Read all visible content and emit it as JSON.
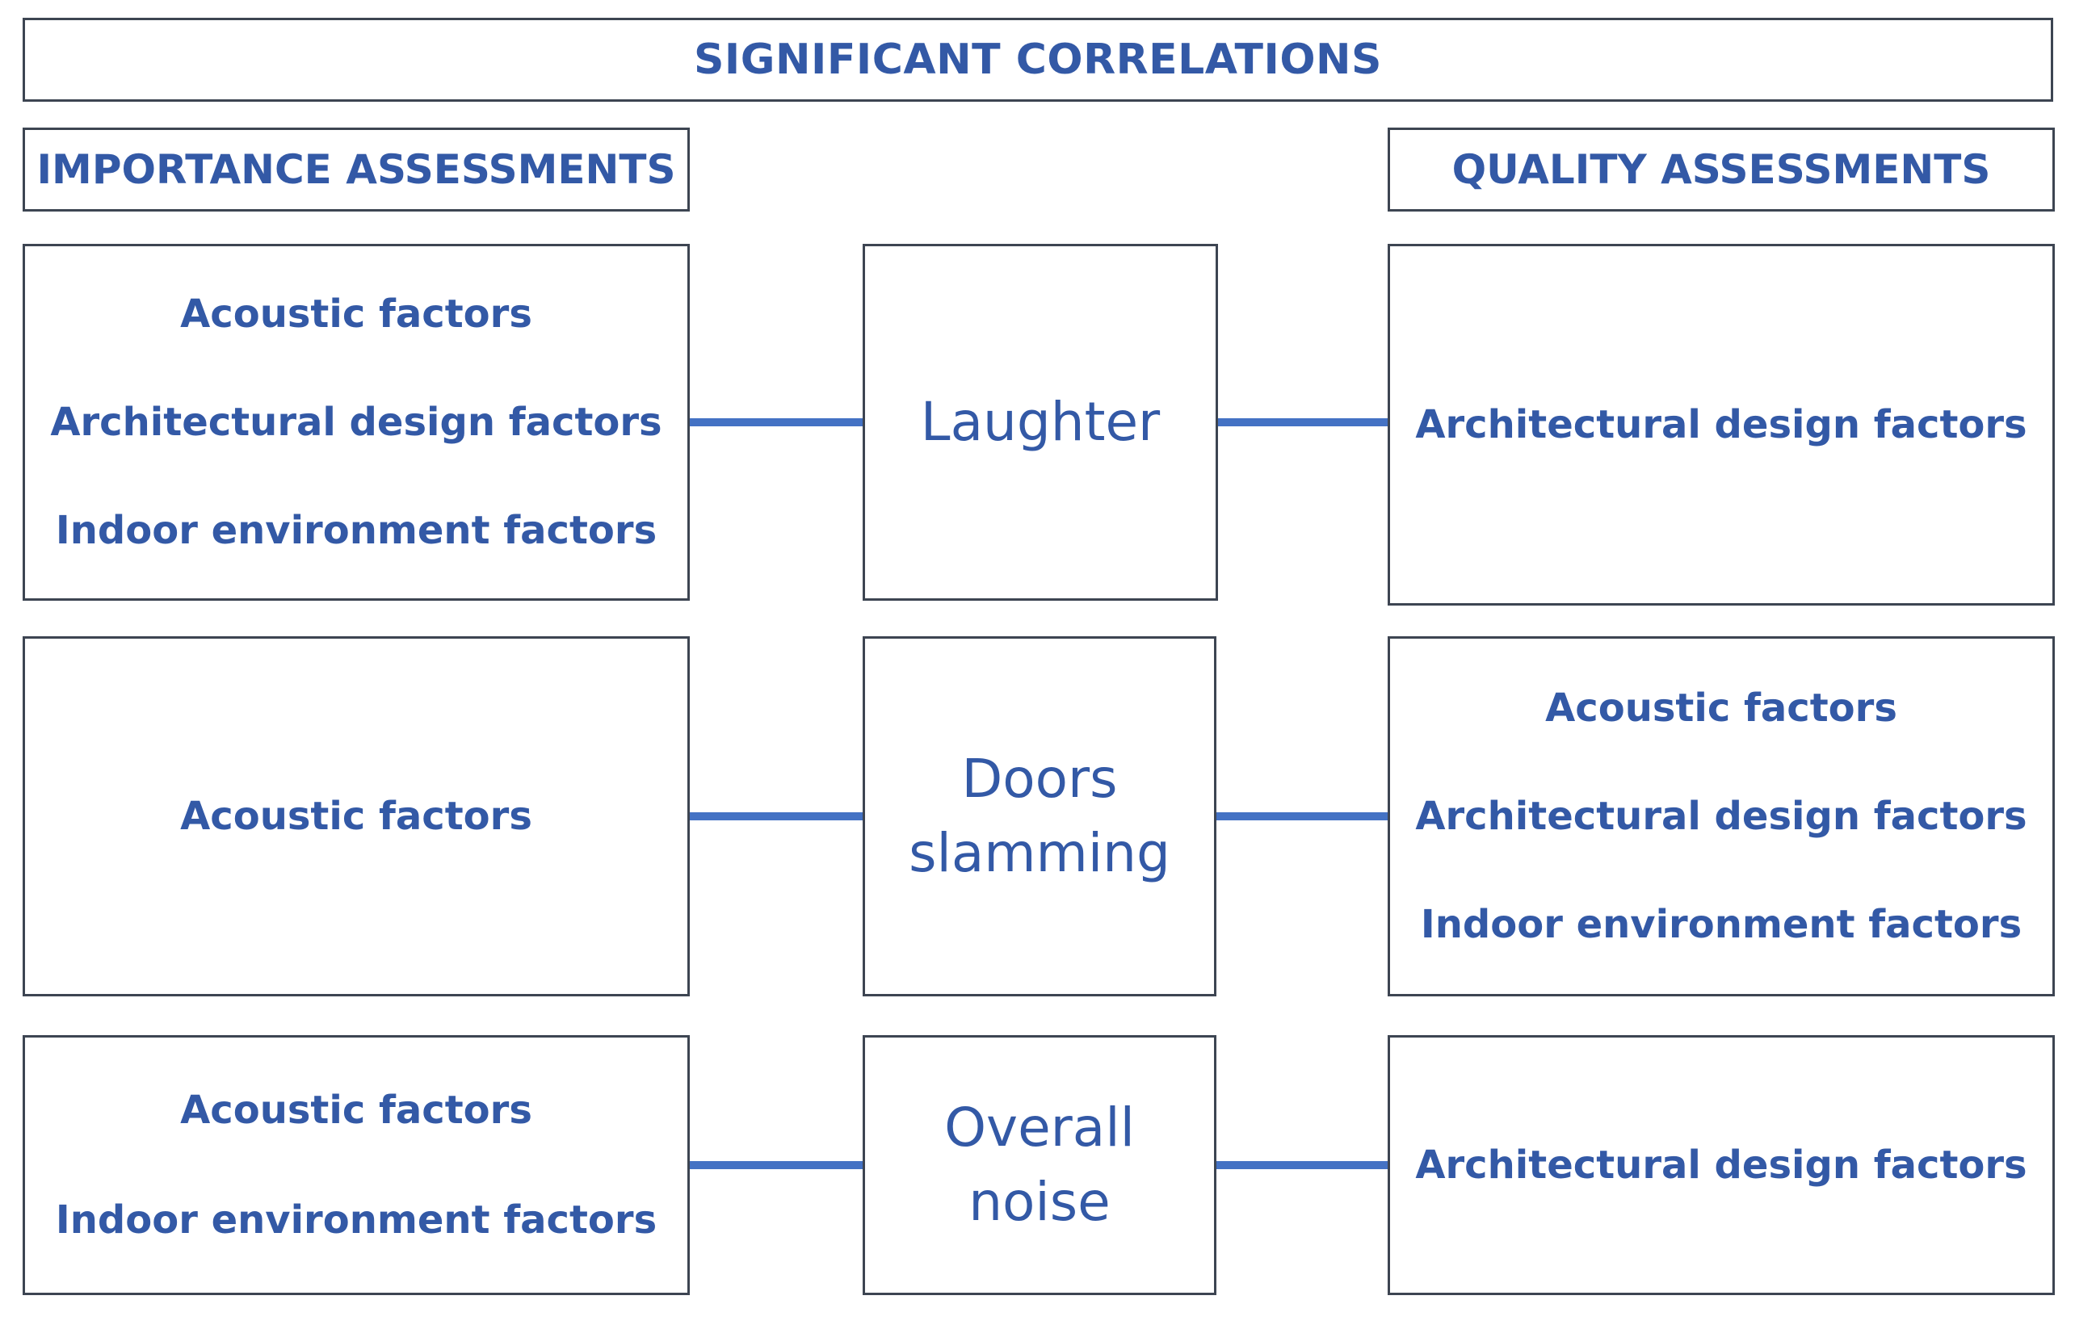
{
  "title": "SIGNIFICANT CORRELATIONS",
  "headers": {
    "importance": "IMPORTANCE ASSESSMENTS",
    "quality": "QUALITY ASSESSMENTS"
  },
  "rows": [
    {
      "center": [
        "Laughter"
      ],
      "importance": [
        "Acoustic factors",
        "Architectural design factors",
        "Indoor environment factors"
      ],
      "quality": [
        "Architectural design factors"
      ]
    },
    {
      "center": [
        "Doors",
        "slamming"
      ],
      "importance": [
        "Acoustic factors"
      ],
      "quality": [
        "Acoustic factors",
        "Architectural design factors",
        "Indoor environment factors"
      ]
    },
    {
      "center": [
        "Overall",
        "noise"
      ],
      "importance": [
        "Acoustic factors",
        "Indoor environment factors"
      ],
      "quality": [
        "Architectural design factors"
      ]
    }
  ],
  "colors": {
    "text": "#3359a6",
    "border": "#3d4552",
    "connector": "#4472c4"
  }
}
